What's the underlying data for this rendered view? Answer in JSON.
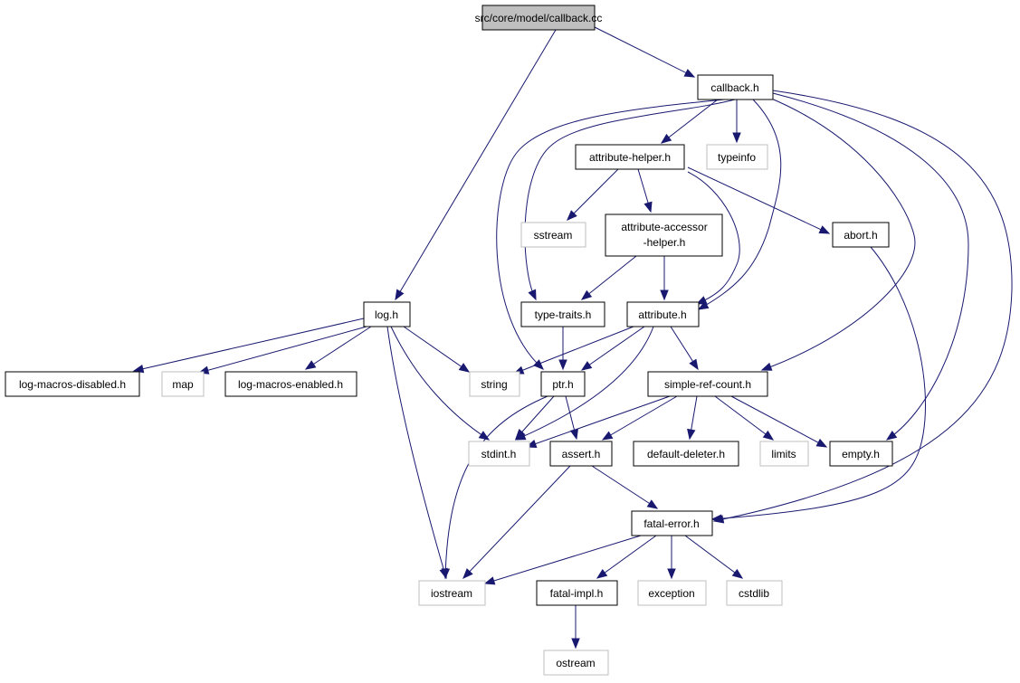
{
  "nodes": {
    "callback_cc": "src/core/model/callback.cc",
    "callback_h": "callback.h",
    "attribute_helper_h": "attribute-helper.h",
    "typeinfo": "typeinfo",
    "sstream": "sstream",
    "attribute_accessor_helper_h_1": "attribute-accessor",
    "attribute_accessor_helper_h_2": "-helper.h",
    "abort_h": "abort.h",
    "log_h": "log.h",
    "type_traits_h": "type-traits.h",
    "attribute_h": "attribute.h",
    "log_macros_disabled_h": "log-macros-disabled.h",
    "map": "map",
    "log_macros_enabled_h": "log-macros-enabled.h",
    "string": "string",
    "ptr_h": "ptr.h",
    "simple_ref_count_h": "simple-ref-count.h",
    "stdint_h": "stdint.h",
    "assert_h": "assert.h",
    "default_deleter_h": "default-deleter.h",
    "limits": "limits",
    "empty_h": "empty.h",
    "fatal_error_h": "fatal-error.h",
    "iostream": "iostream",
    "fatal_impl_h": "fatal-impl.h",
    "exception": "exception",
    "cstdlib": "cstdlib",
    "ostream": "ostream"
  },
  "colors": {
    "edge": "#191970",
    "root_fill": "#bfbfbf",
    "documented_border": "#000000",
    "external_border": "#bfbfbf"
  }
}
